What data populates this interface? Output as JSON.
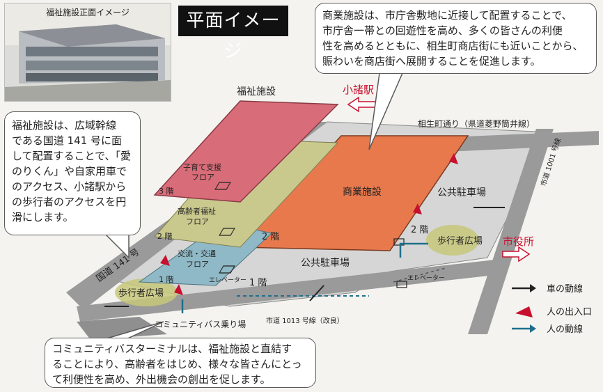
{
  "photo": {
    "caption": "福祉施設正面イメージ"
  },
  "title": "平面イメージ",
  "bubbles": {
    "commercial_lines": [
      "商業施設は、市庁舎敷地に近接して配置することで、",
      "市庁舎一帯との回遊性を高め、多くの皆さんの利便",
      "性を高めるとともに、相生町商店街にも近いことから、",
      "賑わいを商店街へ展開することを促進します。"
    ],
    "welfare_lines": [
      "福祉施設は、広域幹線",
      "である国道 141 号に面",
      "して配置することで、「愛",
      "のりくん」や自家用車で",
      "のアクセス、小諸駅から",
      "の歩行者のアクセスを円",
      "滑にします。"
    ],
    "bus_lines": [
      "コミュニティバスターミナルは、福祉施設と直結す",
      "ることにより、高齢者をはじめ、様々な皆さんにとっ",
      "て利便性を高め、外出機会の創出を促します。"
    ]
  },
  "map": {
    "welfare_facility": "福祉施設",
    "komoro_station": "小諸駅",
    "aioi_street": "相生町通り（県道菱野筒井線）",
    "route_1001": "市道 1001 号線",
    "route_141": "国道 141 号",
    "route_1013": "市道 1013 号線（改良）",
    "city_hall": "市役所",
    "floor3_name_1": "子育て支援",
    "floor3_name_2": "フロア",
    "floor3_label": "3 階",
    "floor2_name_1": "高齢者福祉",
    "floor2_name_2": "フロア",
    "floor2_label": "2 階",
    "floor1_name_1": "交流・交通",
    "floor1_name_2": "フロア",
    "floor1_label": "1 階",
    "elevator_left": "エレベーター",
    "first_floor": "1 階",
    "commercial": "商業施設",
    "commercial_floor": "2 階",
    "public_parking_right": "公共駐車場",
    "parking_floor": "2 階",
    "pedestrian_plaza_right": "歩行者広場",
    "public_parking_center": "公共駐車場",
    "elevator_right": "エレベーター",
    "pedestrian_plaza_left": "歩行者広場",
    "bus_stop": "コミュニティバス乗り場"
  },
  "legend": {
    "car_flow": "車の動線",
    "entrance": "人の出入口",
    "people_flow": "人の動線"
  },
  "colors": {
    "welfare_3f": "#d86c78",
    "welfare_2f": "#c9c98e",
    "welfare_1f": "#8fb9c6",
    "commercial": "#e8794d",
    "road": "#9a9a9a",
    "ground": "#d4d4d4",
    "plaza": "#c7c77a",
    "accent_red": "#c8102e",
    "flow_blue": "#1f6e8c"
  }
}
